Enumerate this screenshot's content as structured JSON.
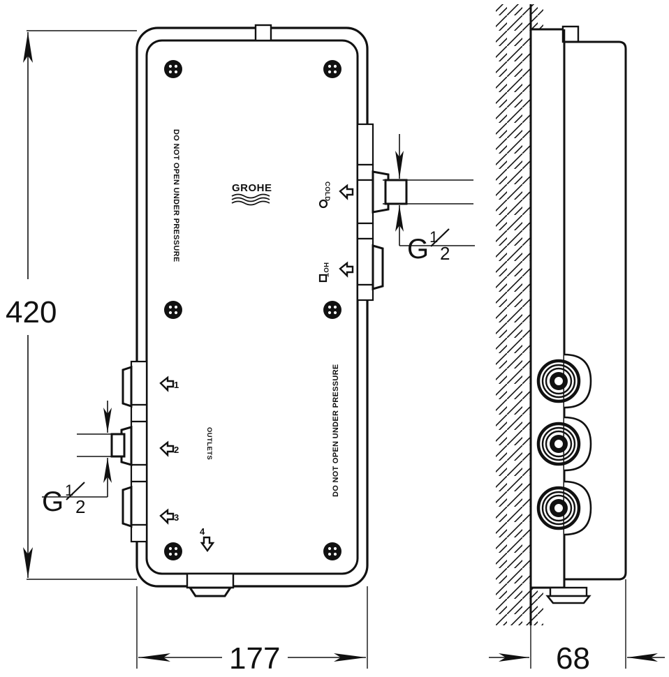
{
  "drawing": {
    "title": "GROHE concealed valve body technical drawing",
    "views": {
      "front": "front-view",
      "side": "side-section-view"
    }
  },
  "dimensions": {
    "height": "420",
    "width": "177",
    "depth": "68",
    "thread_inlet": {
      "letter": "G",
      "numerator": "1",
      "denominator": "2"
    },
    "thread_outlet": {
      "letter": "G",
      "numerator": "1",
      "denominator": "2"
    }
  },
  "labels": {
    "brand": "GROHE",
    "warning_left": "DO NOT OPEN UNDER PRESSURE",
    "warning_right": "DO NOT OPEN UNDER PRESSURE",
    "cold": "COLD",
    "hot": "HOT",
    "outlets": "OUTLETS",
    "outlet_1": "1",
    "outlet_2": "2",
    "outlet_3": "3",
    "outlet_4": "4"
  },
  "colors": {
    "line": "#111111",
    "fill": "#ffffff",
    "hatch": "#111111"
  }
}
